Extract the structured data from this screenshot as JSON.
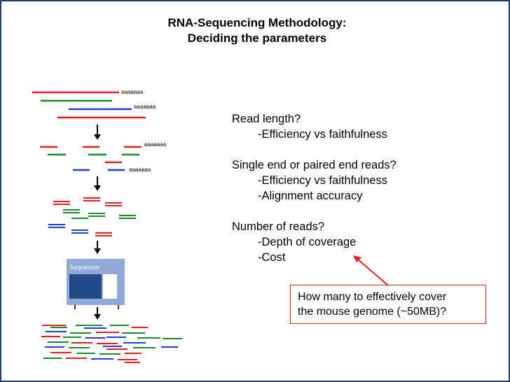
{
  "title": {
    "line1": "RNA-Sequencing Methodology:",
    "line2": "Deciding the parameters"
  },
  "questions": [
    {
      "heading": "Read length?",
      "points": [
        "-Efficiency vs faithfulness"
      ]
    },
    {
      "heading": "Single end or paired end reads?",
      "points": [
        "-Efficiency vs faithfulness",
        "-Alignment accuracy"
      ]
    },
    {
      "heading": "Number of reads?",
      "points": [
        "-Depth of coverage",
        "-Cost"
      ]
    }
  ],
  "callout": {
    "line1": "How many to effectively cover",
    "line2": "the mouse genome (~50MB)?"
  },
  "diagram": {
    "polya_label": "aaaaaaa",
    "sequencer_label": "Sequencer"
  },
  "colors": {
    "red": "#e02020",
    "green": "#1e8a2e",
    "blue": "#1f3fd0",
    "callout_border": "#e02020",
    "slide_border": "#243d6e",
    "sequencer_frame": "#8fa9d8",
    "sequencer_screen": "#1f4a86"
  }
}
